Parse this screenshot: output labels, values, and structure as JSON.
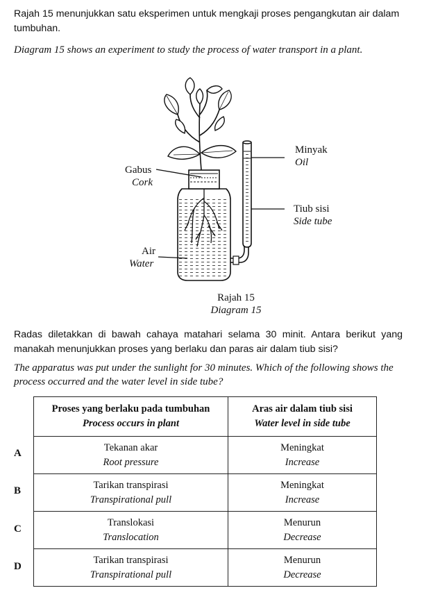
{
  "intro": {
    "ms": "Rajah 15 menunjukkan satu eksperimen untuk mengkaji proses pengangkutan air dalam tumbuhan.",
    "en": "Diagram 15 shows an experiment to study the process of water transport in a plant."
  },
  "figure": {
    "labels": {
      "cork": {
        "ms": "Gabus",
        "en": "Cork"
      },
      "water": {
        "ms": "Air",
        "en": "Water"
      },
      "oil": {
        "ms": "Minyak",
        "en": "Oil"
      },
      "side_tube": {
        "ms": "Tiub sisi",
        "en": "Side tube"
      }
    },
    "caption": {
      "ms": "Rajah 15",
      "en": "Diagram 15"
    }
  },
  "question": {
    "ms": "Radas diletakkan di bawah cahaya matahari selama 30 minit. Antara berikut yang manakah menunjukkan proses yang berlaku dan paras air dalam tiub sisi?",
    "en": "The apparatus was put under the sunlight for 30 minutes. Which of the following shows the process occurred and the water level in side tube?"
  },
  "table": {
    "headers": [
      {
        "ms": "Proses yang berlaku pada tumbuhan",
        "en": "Process occurs in plant"
      },
      {
        "ms": "Aras air dalam tiub sisi",
        "en": "Water level in side tube"
      }
    ],
    "rows": [
      {
        "option": "A",
        "process_ms": "Tekanan akar",
        "process_en": "Root pressure",
        "level_ms": "Meningkat",
        "level_en": "Increase"
      },
      {
        "option": "B",
        "process_ms": "Tarikan transpirasi",
        "process_en": "Transpirational pull",
        "level_ms": "Meningkat",
        "level_en": "Increase"
      },
      {
        "option": "C",
        "process_ms": "Translokasi",
        "process_en": "Translocation",
        "level_ms": "Menurun",
        "level_en": "Decrease"
      },
      {
        "option": "D",
        "process_ms": "Tarikan transpirasi",
        "process_en": "Transpirational pull",
        "level_ms": "Menurun",
        "level_en": "Decrease"
      }
    ]
  }
}
